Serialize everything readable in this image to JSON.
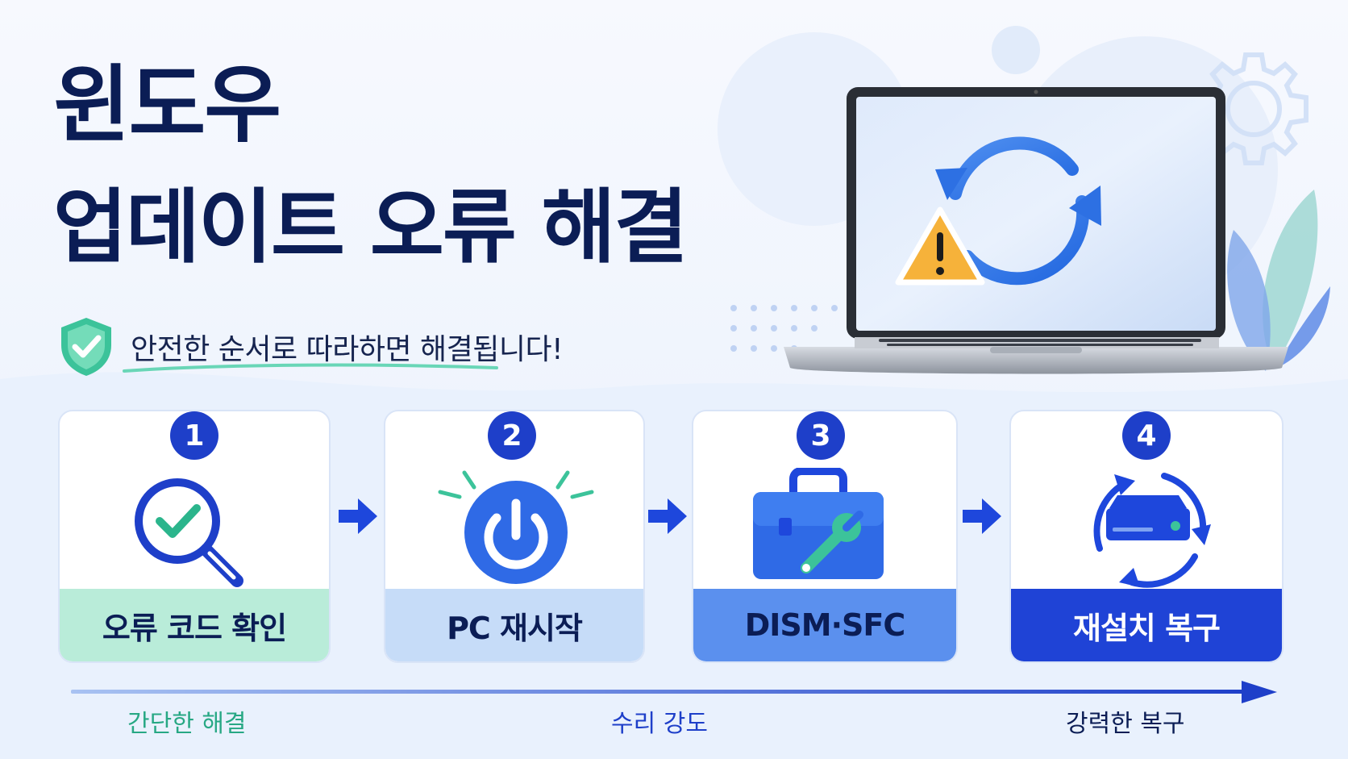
{
  "title": {
    "line1": "윈도우",
    "line2": "업데이트 오류 해결"
  },
  "subtitle": "안전한 순서로 따라하면 해결됩니다!",
  "steps": [
    {
      "number": "1",
      "label": "오류 코드 확인",
      "icon": "magnifier-check-icon",
      "band_color": "#b9ecd9"
    },
    {
      "number": "2",
      "label": "PC 재시작",
      "icon": "power-icon",
      "band_color": "#c6dcf8"
    },
    {
      "number": "3",
      "label": "DISM·SFC",
      "icon": "toolbox-wrench-icon",
      "band_color": "#5b90ee"
    },
    {
      "number": "4",
      "label": "재설치 복구",
      "icon": "drive-restore-icon",
      "band_color": "#1f43d6"
    }
  ],
  "scale": {
    "left": "간단한 해결",
    "center": "수리 강도",
    "right": "강력한 복구"
  },
  "colors": {
    "navy": "#0b1d55",
    "accent_blue": "#1e3fc9",
    "mint": "#27b38a",
    "warning": "#f6b23a"
  }
}
